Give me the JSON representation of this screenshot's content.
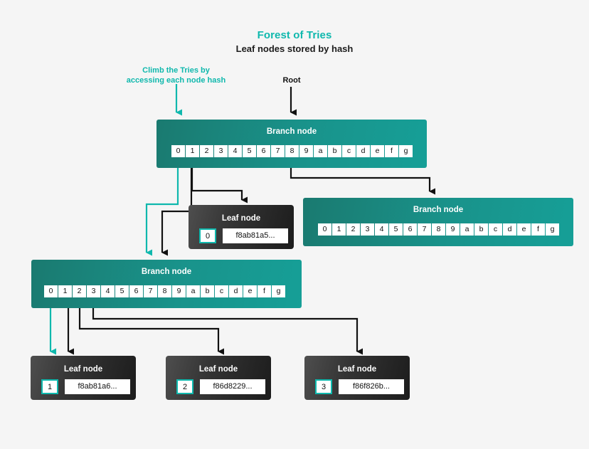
{
  "header": {
    "title": "Forest of Tries",
    "subtitle": "Leaf nodes stored by hash",
    "title_color": "#0fb8ad"
  },
  "annotations": [
    {
      "id": "climb",
      "line1": "Climb the Tries by",
      "line2": "accessing each node hash",
      "color": "#0fb8ad"
    },
    {
      "id": "root",
      "line1": "Root",
      "line2": "",
      "color": "#111111"
    }
  ],
  "cell_keys": [
    "0",
    "1",
    "2",
    "3",
    "4",
    "5",
    "6",
    "7",
    "8",
    "9",
    "a",
    "b",
    "c",
    "d",
    "e",
    "f",
    "g"
  ],
  "nodes": {
    "branch_root": {
      "label": "Branch node"
    },
    "branch_right": {
      "label": "Branch node"
    },
    "branch_lower": {
      "label": "Branch node"
    },
    "leaf_top": {
      "label": "Leaf node",
      "index": "0",
      "value": "f8ab81a5..."
    },
    "leaf_1": {
      "label": "Leaf node",
      "index": "1",
      "value": "f8ab81a6..."
    },
    "leaf_2": {
      "label": "Leaf node",
      "index": "2",
      "value": "f86d8229..."
    },
    "leaf_3": {
      "label": "Leaf node",
      "index": "3",
      "value": "f86f826b..."
    }
  },
  "colors": {
    "background": "#f5f5f5",
    "teal_accent": "#0fb8ad",
    "branch_gradient_start": "#1a7a70",
    "branch_gradient_end": "#169f97",
    "leaf_gradient_start": "#4e4e4e",
    "leaf_gradient_end": "#1c1c1c",
    "wire_dark": "#111111"
  }
}
